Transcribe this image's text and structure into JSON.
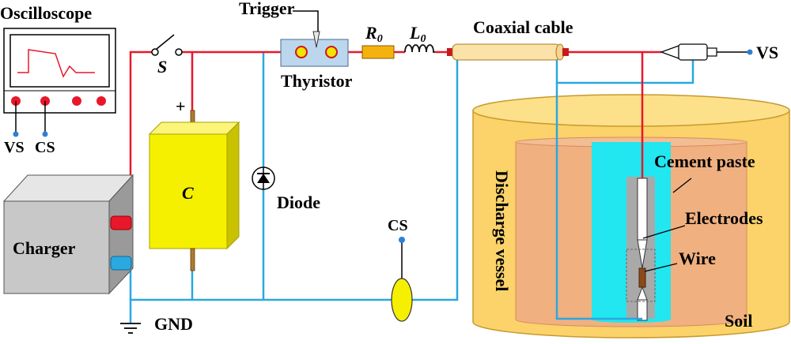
{
  "labels": {
    "oscilloscope": "Oscilloscope",
    "trigger": "Trigger",
    "r0_main": "R",
    "r0_sub": "0",
    "l0_main": "L",
    "l0_sub": "0",
    "coaxial_cable": "Coaxial cable",
    "vs_right": "VS",
    "switch": "S",
    "plus": "+",
    "thyristor": "Thyristor",
    "capacitor": "C",
    "diode": "Diode",
    "charger": "Charger",
    "vs_osc": "VS",
    "cs_osc": "CS",
    "cs_probe": "CS",
    "gnd": "GND",
    "discharge_vessel": "Discharge vessel",
    "cement_paste": "Cement paste",
    "electrodes": "Electrodes",
    "wire": "Wire",
    "soil": "Soil"
  },
  "colors": {
    "hv_wire": "#e8182a",
    "gnd_wire": "#2aa8e0",
    "vessel": "#fbd36a",
    "soil": "#f0b080",
    "paste": "#22e6f0",
    "capacitor": "#f5f000",
    "charger": "#cfcfcf",
    "probe_dot": "#2f7fd6"
  },
  "icons": [
    "switch-icon",
    "thyristor-icon",
    "resistor-icon",
    "inductor-icon",
    "diode-icon",
    "ground-icon",
    "current-sensor-icon",
    "voltage-probe-icon"
  ]
}
